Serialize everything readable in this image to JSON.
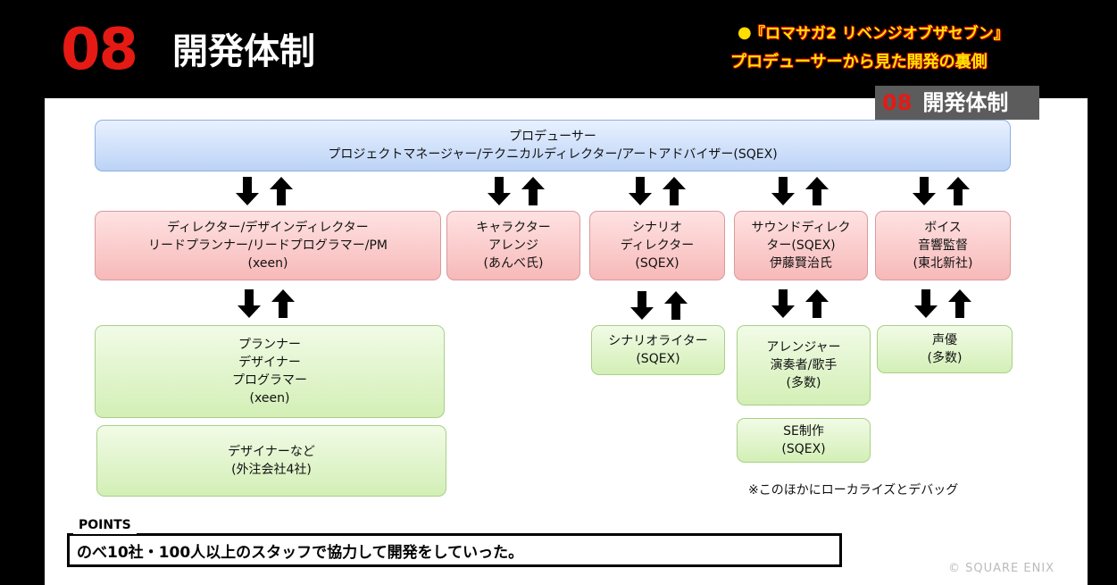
{
  "header": {
    "number": "08",
    "title": "開発体制",
    "logo_line1": "『ロマサガ2 リベンジオブザセブン』",
    "logo_line2": "プロデューサーから見た開発の裏側",
    "badge_number": "08",
    "badge_title": "開発体制"
  },
  "diagram": {
    "top": "プロデューサー\nプロジェクトマネージャー/テクニカルディレクター/アートアドバイザー(SQEX)",
    "row1": [
      "ディレクター/デザインディレクター\nリードプランナー/リードプログラマー/PM\n(xeen)",
      "キャラクター\nアレンジ\n(あんべ氏)",
      "シナリオ\nディレクター\n(SQEX)",
      "サウンドディレク\nター(SQEX)\n伊藤賢治氏",
      "ボイス\n音響監督\n(東北新社)"
    ],
    "row2_main": "プランナー\nデザイナー\nプログラマー\n(xeen)",
    "row2_outsource": "デザイナーなど\n(外注会社4社)",
    "row2_scenario": "シナリオライター\n(SQEX)",
    "row2_sound": "アレンジャー\n演奏者/歌手\n(多数)",
    "row2_se": "SE制作\n(SQEX)",
    "row2_voice": "声優\n(多数)",
    "note": "※このほかにローカライズとデバッグ"
  },
  "points": {
    "label": "POINTS",
    "text": "のべ10社・100人以上のスタッフで協力して開発をしていった。"
  },
  "footer": {
    "copyright": "© SQUARE ENIX"
  },
  "colors": {
    "accent": "#e51a14",
    "logo": "#ffe600"
  }
}
